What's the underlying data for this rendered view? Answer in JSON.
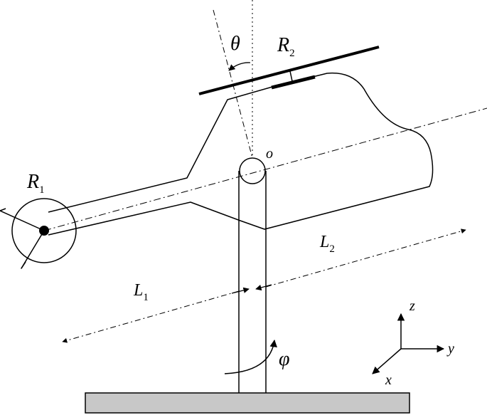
{
  "labels": {
    "theta": "θ",
    "r2_main": "R",
    "r2_sub": "2",
    "o": "o",
    "r1_main": "R",
    "r1_sub": "1",
    "l2_main": "L",
    "l2_sub": "2",
    "l1_main": "L",
    "l1_sub": "1",
    "phi": "φ",
    "axis_z": "z",
    "axis_y": "y",
    "axis_x": "x"
  },
  "colors": {
    "stroke": "#000000",
    "base_fill": "#c8c8c8"
  }
}
